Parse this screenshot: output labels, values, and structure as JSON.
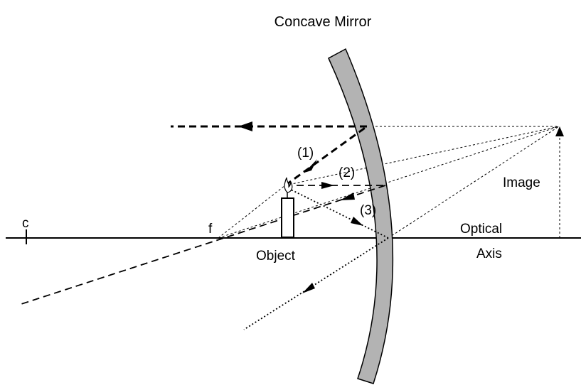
{
  "title": "Concave Mirror",
  "labels": {
    "center": "c",
    "focal": "f",
    "object": "Object",
    "image": "Image",
    "axis_line1": "Optical",
    "axis_line2": "Axis"
  },
  "rays": {
    "ray1": "(1)",
    "ray2": "(2)",
    "ray3": "(3)"
  },
  "colors": {
    "mirror_fill": "#b3b3b3",
    "ink": "#000000"
  }
}
